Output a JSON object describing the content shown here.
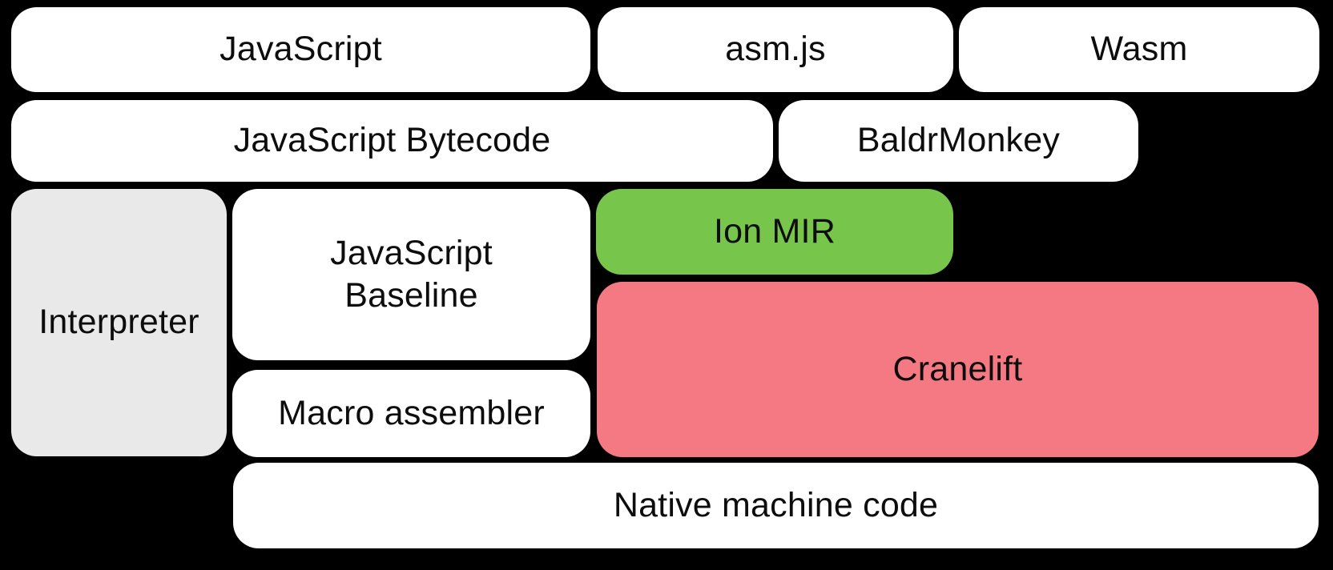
{
  "colors": {
    "background": "#000000",
    "box_default": "#ffffff",
    "interpreter": "#e9e9e9",
    "ion_mir": "#77c64b",
    "cranelift": "#f57983",
    "text": "#0d0d0d"
  },
  "boxes": [
    {
      "id": "javascript",
      "label": "JavaScript"
    },
    {
      "id": "asm-js",
      "label": "asm.js"
    },
    {
      "id": "wasm",
      "label": "Wasm"
    },
    {
      "id": "javascript-bytecode",
      "label": "JavaScript Bytecode"
    },
    {
      "id": "baldrmonkey",
      "label": "BaldrMonkey"
    },
    {
      "id": "interpreter",
      "label": "Interpreter"
    },
    {
      "id": "javascript-baseline",
      "label": "JavaScript\nBaseline"
    },
    {
      "id": "ion-mir",
      "label": "Ion MIR"
    },
    {
      "id": "cranelift",
      "label": "Cranelift"
    },
    {
      "id": "macro-assembler",
      "label": "Macro assembler"
    },
    {
      "id": "native-machine-code",
      "label": "Native machine code"
    }
  ]
}
